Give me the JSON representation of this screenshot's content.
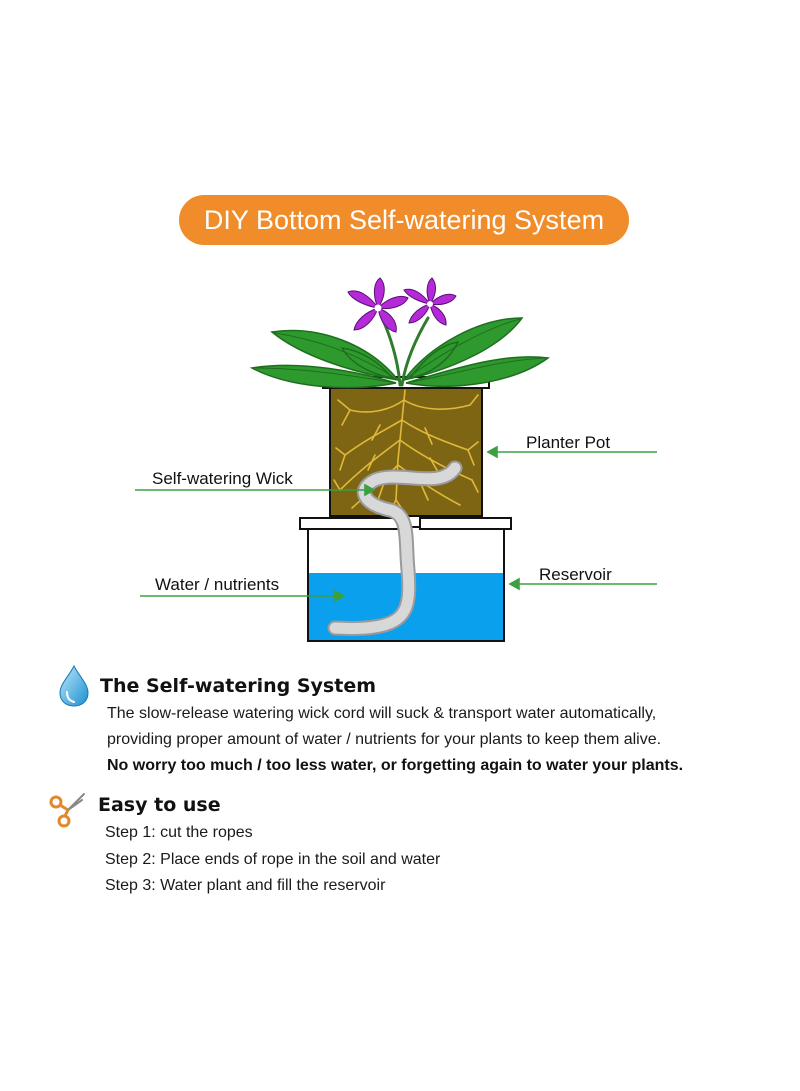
{
  "title": "DIY Bottom Self-watering System",
  "colors": {
    "title_bg": "#f08c2a",
    "soil": "#7d6514",
    "roots": "#e0b93a",
    "water": "#0aa0ee",
    "leaf": "#2e9a2e",
    "petal": "#b42ad8",
    "arrow": "#3aa040",
    "wick": "#d4d4d4"
  },
  "diagram": {
    "labels": {
      "planter_pot": "Planter Pot",
      "wick": "Self-watering Wick",
      "reservoir": "Reservoir",
      "water": "Water / nutrients"
    }
  },
  "sections": {
    "system": {
      "icon": "water-drop-icon",
      "heading": "The Self-watering System",
      "lines": [
        "The slow-release watering wick cord will suck & transport water automatically,",
        "providing proper amount of water / nutrients for your plants to keep them alive."
      ],
      "bold_line": "No worry too much / too less water, or forgetting again to water your plants."
    },
    "easy": {
      "icon": "scissors-icon",
      "heading": "Easy to use",
      "steps": [
        "Step 1: cut the ropes",
        "Step 2: Place ends of rope in the soil and water",
        "Step 3: Water plant and fill the reservoir"
      ]
    }
  }
}
